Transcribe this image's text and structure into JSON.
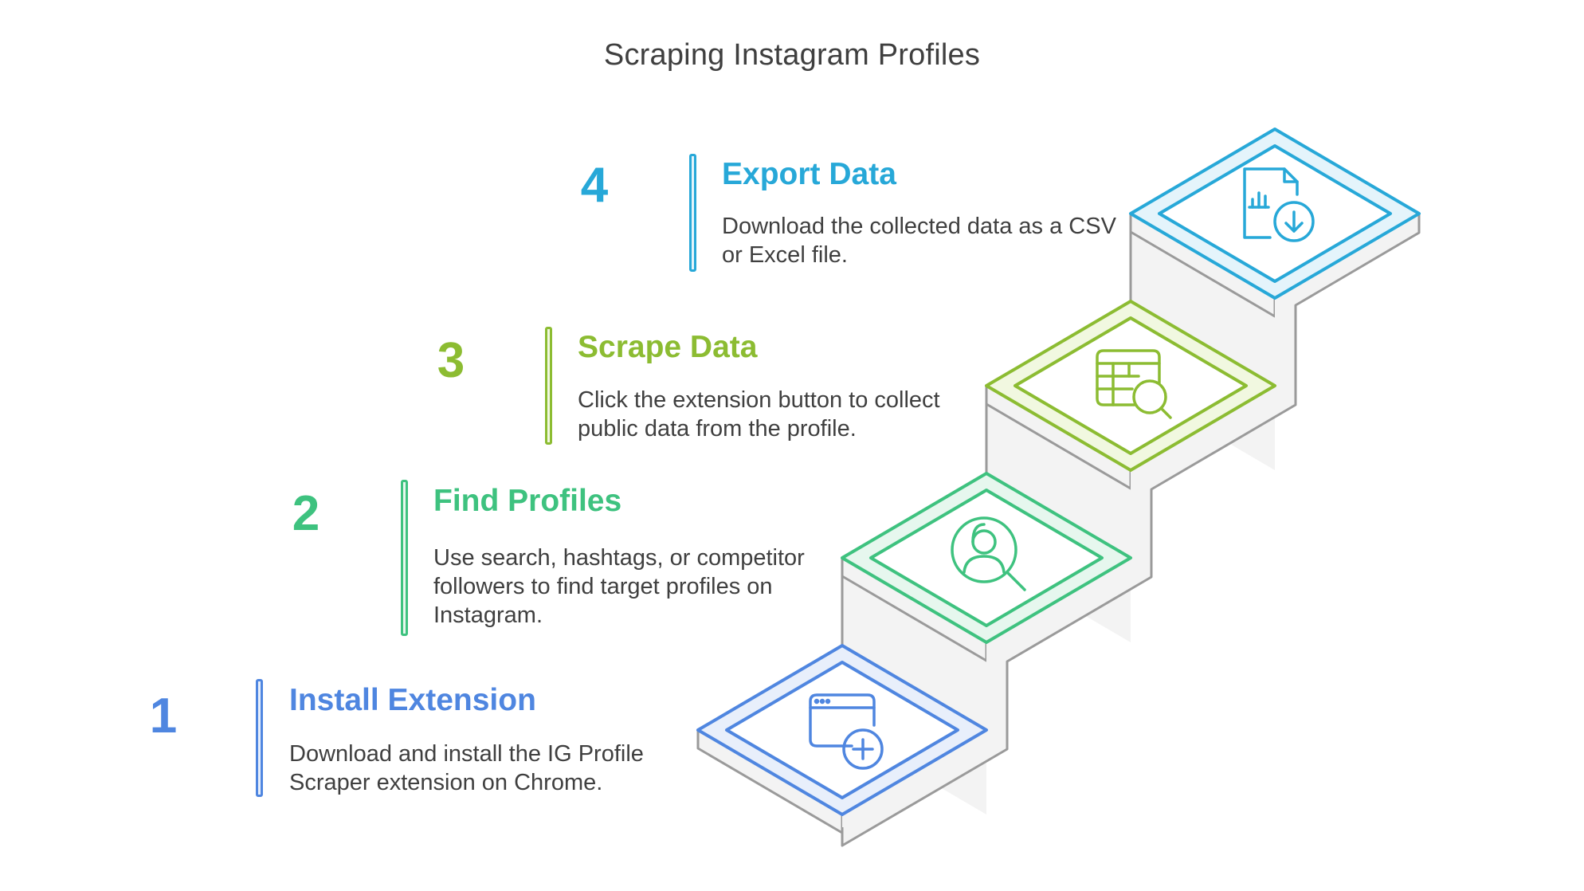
{
  "title": "Scraping Instagram Profiles",
  "steps": [
    {
      "number": "1",
      "title": "Install Extension",
      "description": "Download and install the IG Profile Scraper extension on Chrome.",
      "icon": "browser-add-icon",
      "color": "#4f86e0",
      "fill": "#e8effb"
    },
    {
      "number": "2",
      "title": "Find Profiles",
      "description": "Use search, hashtags, or competitor followers to find target profiles on Instagram.",
      "icon": "profile-search-icon",
      "color": "#3ec27f",
      "fill": "#e6f7ee"
    },
    {
      "number": "3",
      "title": "Scrape Data",
      "description": "Click the extension button to collect public data from the profile.",
      "icon": "table-search-icon",
      "color": "#8cbc32",
      "fill": "#f1f8e0"
    },
    {
      "number": "4",
      "title": "Export Data",
      "description": "Download the collected data as a CSV or Excel file.",
      "icon": "file-download-icon",
      "color": "#27a8d8",
      "fill": "#e4f4fb"
    }
  ]
}
